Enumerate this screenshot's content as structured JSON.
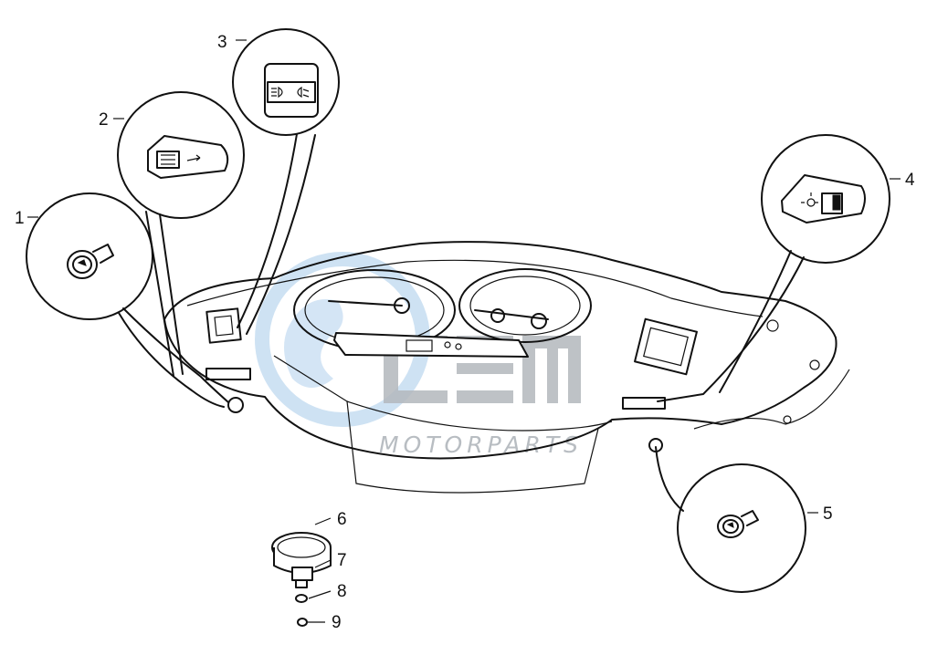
{
  "watermark": {
    "brand": "O",
    "subtitle": "MOTORPARTS",
    "colors": {
      "blue": "#c9dff2",
      "gray": "#b8bdc2"
    }
  },
  "callouts": [
    {
      "number": "1"
    },
    {
      "number": "2"
    },
    {
      "number": "3"
    },
    {
      "number": "4"
    },
    {
      "number": "5"
    },
    {
      "number": "6"
    },
    {
      "number": "7"
    },
    {
      "number": "8"
    },
    {
      "number": "9"
    }
  ],
  "icons": {
    "ignition": "ignition-switch-icon",
    "hazard": "hazard-switch-icon",
    "light": "light-switch-icon",
    "headlight": "headlight-symbol-icon"
  }
}
